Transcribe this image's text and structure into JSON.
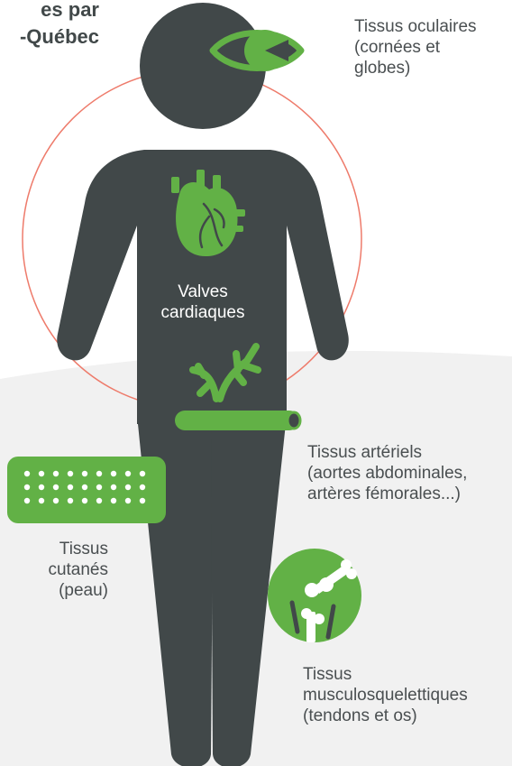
{
  "title": {
    "line1": "es par",
    "line2": "-Québec"
  },
  "labels": {
    "ocular": [
      "Tissus oculaires",
      "(cornées et",
      "globes)"
    ],
    "heart": [
      "Valves",
      "cardiaques"
    ],
    "arterial": [
      "Tissus artériels",
      "(aortes abdominales,",
      "artères fémorales...)"
    ],
    "skin": [
      "Tissus",
      "cutanés",
      "(peau)"
    ],
    "musculo": [
      "Tissus",
      "musculosquelettiques",
      "(tendons et os)"
    ]
  },
  "colors": {
    "silhouette": "#414849",
    "accent_green": "#62b146",
    "circle_stroke": "#ee7b6b",
    "background_wave": "#f1f1f1",
    "text": "#4a4f51"
  },
  "icons": [
    "eye-icon",
    "heart-icon",
    "artery-icon",
    "skin-icon",
    "joint-icon"
  ]
}
